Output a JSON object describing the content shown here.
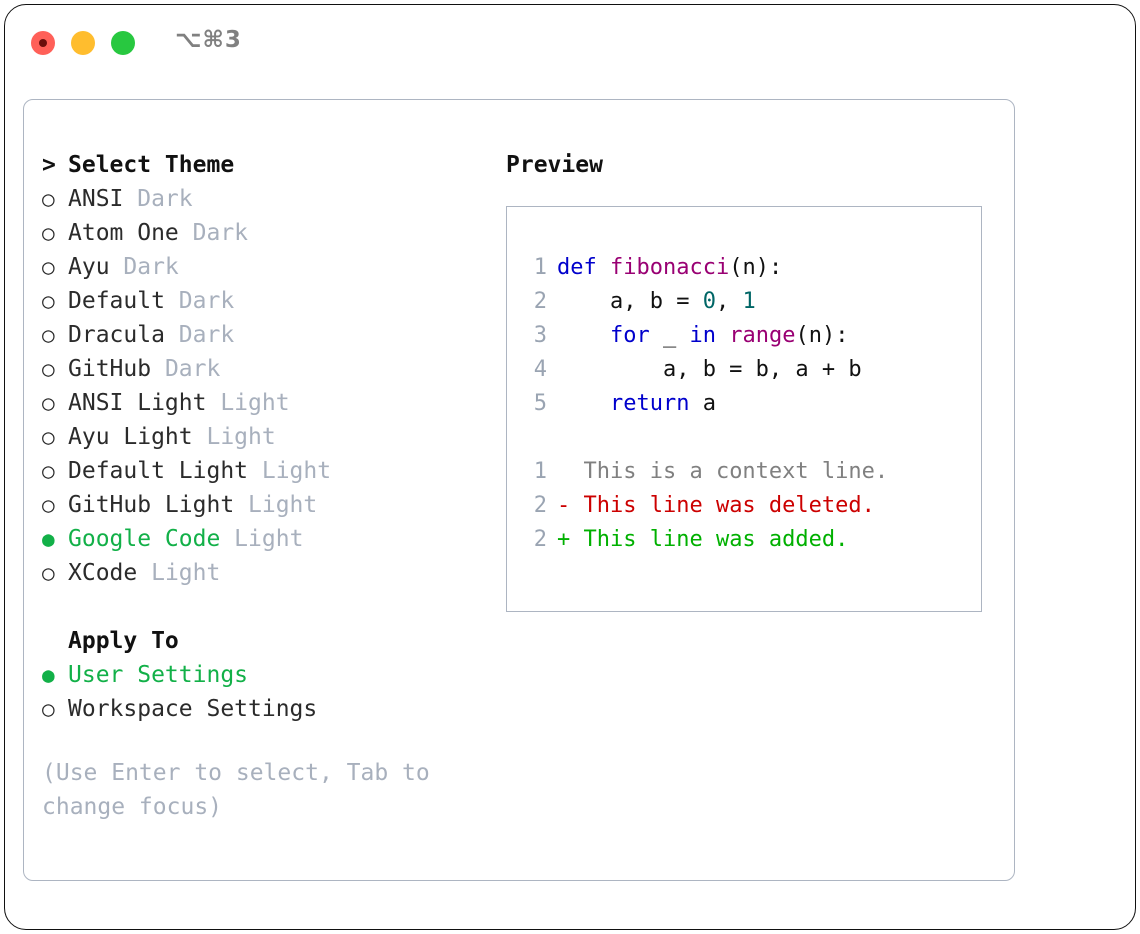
{
  "titlebar": {
    "shortcut": "⌥⌘3",
    "buttons": {
      "close": "close-window",
      "minimize": "minimize-window",
      "maximize": "maximize-window"
    }
  },
  "colors": {
    "accent_green": "#12b048",
    "panel_border": "#adb5c2",
    "muted": "#a8b0bd",
    "keyword_blue": "#0000cc",
    "function_purple": "#990073",
    "number_teal": "#006666",
    "diff_deleted": "#cc0000",
    "diff_added": "#00b000",
    "line_number": "#9aa4b2"
  },
  "theme_list": {
    "header": {
      "marker": ">",
      "label": "Select Theme"
    },
    "items": [
      {
        "marker": "○",
        "name": "ANSI",
        "kind": "Dark",
        "selected": false
      },
      {
        "marker": "○",
        "name": "Atom One",
        "kind": "Dark",
        "selected": false
      },
      {
        "marker": "○",
        "name": "Ayu",
        "kind": "Dark",
        "selected": false
      },
      {
        "marker": "○",
        "name": "Default",
        "kind": "Dark",
        "selected": false
      },
      {
        "marker": "○",
        "name": "Dracula",
        "kind": "Dark",
        "selected": false
      },
      {
        "marker": "○",
        "name": "GitHub",
        "kind": "Dark",
        "selected": false
      },
      {
        "marker": "○",
        "name": "ANSI Light",
        "kind": "Light",
        "selected": false
      },
      {
        "marker": "○",
        "name": "Ayu Light",
        "kind": "Light",
        "selected": false
      },
      {
        "marker": "○",
        "name": "Default Light",
        "kind": "Light",
        "selected": false
      },
      {
        "marker": "○",
        "name": "GitHub Light",
        "kind": "Light",
        "selected": false
      },
      {
        "marker": "●",
        "name": "Google Code",
        "kind": "Light",
        "selected": true
      },
      {
        "marker": "○",
        "name": "XCode",
        "kind": "Light",
        "selected": false
      }
    ]
  },
  "apply_to": {
    "header": {
      "marker": "",
      "label": "Apply To"
    },
    "items": [
      {
        "marker": "●",
        "name": "User Settings",
        "selected": true
      },
      {
        "marker": "○",
        "name": "Workspace Settings",
        "selected": false
      }
    ]
  },
  "hint": "(Use Enter to select, Tab to change focus)",
  "preview": {
    "title": "Preview",
    "code_lines": [
      {
        "number": "1",
        "tokens": [
          {
            "text": "def ",
            "type": "keyword"
          },
          {
            "text": "fibonacci",
            "type": "function"
          },
          {
            "text": "(n):",
            "type": "plain"
          }
        ]
      },
      {
        "number": "2",
        "tokens": [
          {
            "text": "    a, b = ",
            "type": "plain"
          },
          {
            "text": "0",
            "type": "number"
          },
          {
            "text": ", ",
            "type": "plain"
          },
          {
            "text": "1",
            "type": "number"
          }
        ]
      },
      {
        "number": "3",
        "tokens": [
          {
            "text": "    ",
            "type": "plain"
          },
          {
            "text": "for",
            "type": "keyword"
          },
          {
            "text": " _ ",
            "type": "plain"
          },
          {
            "text": "in",
            "type": "keyword"
          },
          {
            "text": " ",
            "type": "plain"
          },
          {
            "text": "range",
            "type": "function"
          },
          {
            "text": "(n):",
            "type": "plain"
          }
        ]
      },
      {
        "number": "4",
        "tokens": [
          {
            "text": "        a, b = b, a + b",
            "type": "plain"
          }
        ]
      },
      {
        "number": "5",
        "tokens": [
          {
            "text": "    ",
            "type": "plain"
          },
          {
            "text": "return",
            "type": "keyword"
          },
          {
            "text": " a",
            "type": "plain"
          }
        ]
      }
    ],
    "diff_lines": [
      {
        "number": "1",
        "sign": " ",
        "text": "This is a context line.",
        "type": "context"
      },
      {
        "number": "2",
        "sign": "-",
        "text": "This line was deleted.",
        "type": "deleted"
      },
      {
        "number": "2",
        "sign": "+",
        "text": "This line was added.",
        "type": "added"
      }
    ]
  }
}
